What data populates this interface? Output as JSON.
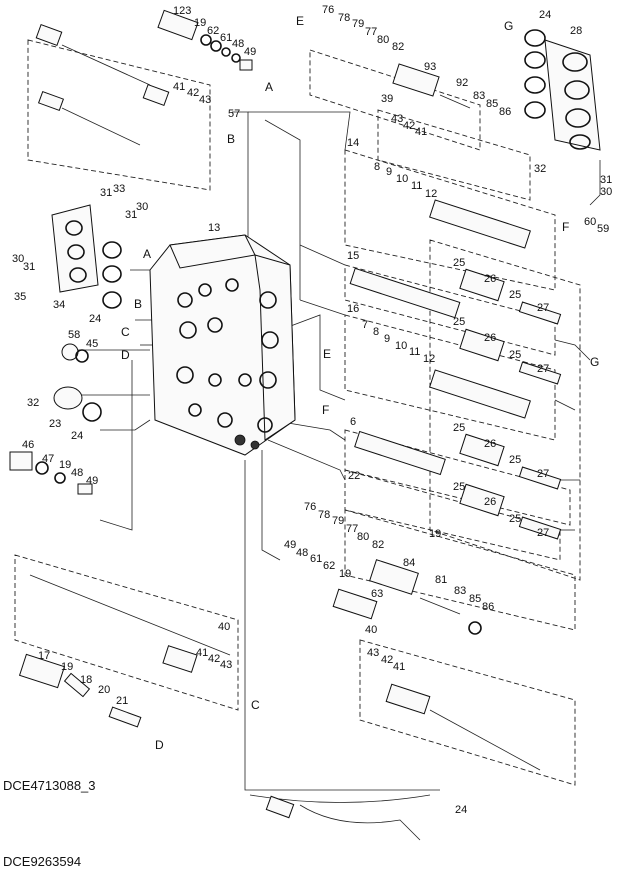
{
  "drawing_codes": {
    "upper": "DCE4713088_3",
    "lower": "DCE9263594"
  },
  "callouts": {
    "n123": "123",
    "n19a": "19",
    "n62a": "62",
    "n61a": "61",
    "n48a": "48",
    "n49a": "49",
    "n41a": "41",
    "n42a": "42",
    "n43a": "43",
    "n57": "57",
    "n76a": "76",
    "n78a": "78",
    "n79a": "79",
    "n77a": "77",
    "n80a": "80",
    "n82a": "82",
    "n93": "93",
    "n92": "92",
    "n83a": "83",
    "n85a": "85",
    "n86a": "86",
    "n24a": "24",
    "n28": "28",
    "n31a": "31",
    "n30a": "30",
    "n32a": "32",
    "n39": "39",
    "n43b": "43",
    "n42b": "42",
    "n41b": "41",
    "n14": "14",
    "n8a": "8",
    "n9a": "9",
    "n10a": "10",
    "n11a": "11",
    "n12a": "12",
    "n60": "60",
    "n59": "59",
    "n31b": "31",
    "n33": "33",
    "n31c": "31",
    "n30b": "30",
    "n13": "13",
    "n30c": "30",
    "n31d": "31",
    "n35": "35",
    "n34": "34",
    "n24b": "24",
    "n15": "15",
    "n25a": "25",
    "n26a": "26",
    "n25b": "25",
    "n27a": "27",
    "n16": "16",
    "n7": "7",
    "n8b": "8",
    "n9b": "9",
    "n10b": "10",
    "n11b": "11",
    "n12b": "12",
    "n25c": "25",
    "n26b": "26",
    "n25d": "25",
    "n27b": "27",
    "n58": "58",
    "n45": "45",
    "n32b": "32",
    "n23": "23",
    "n24c": "24",
    "n46": "46",
    "n47": "47",
    "n19b": "19",
    "n48b": "48",
    "n49b": "49",
    "n6": "6",
    "n25e": "25",
    "n26c": "26",
    "n25f": "25",
    "n27c": "27",
    "n22": "22",
    "n25g": "25",
    "n26d": "26",
    "n25h": "25",
    "n27d": "27",
    "n76b": "76",
    "n78b": "78",
    "n79b": "79",
    "n77b": "77",
    "n80b": "80",
    "n82b": "82",
    "n19c": "19",
    "n49c": "49",
    "n48c": "48",
    "n61b": "61",
    "n62b": "62",
    "n19d": "19",
    "n84": "84",
    "n81": "81",
    "n83b": "83",
    "n85b": "85",
    "n86b": "86",
    "n63": "63",
    "n40a": "40",
    "n40b": "40",
    "n41c": "41",
    "n42c": "42",
    "n43c": "43",
    "n43d": "43",
    "n42d": "42",
    "n41d": "41",
    "n17": "17",
    "n19e": "19",
    "n18": "18",
    "n20": "20",
    "n21": "21",
    "n24d": "24"
  },
  "connectors": {
    "A1": "A",
    "B1": "B",
    "E1": "E",
    "G1": "G",
    "F1": "F",
    "A2": "A",
    "B2": "B",
    "C2": "C",
    "D2": "D",
    "E2": "E",
    "F2": "F",
    "G2": "G",
    "C3": "C",
    "D3": "D"
  }
}
